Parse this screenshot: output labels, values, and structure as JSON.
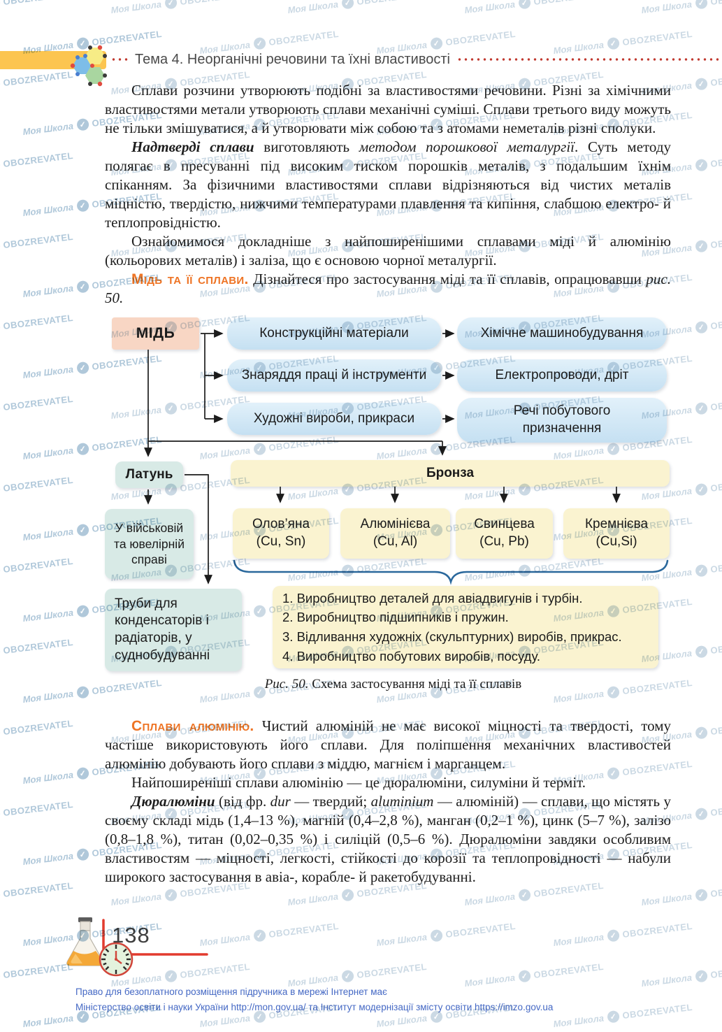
{
  "header": {
    "topic": "Тема 4. Неорганічні речовини та їхні властивості"
  },
  "intro": {
    "p1": "Сплави розчини утворюють подібні за властивостями речовини. Різні за хімічними властивостями метали утворюють сплави механічні суміші. Сплави третього виду можуть не тільки змішуватися, а й утворювати між собою та з атомами неметалів різні сполуки.",
    "p2": {
      "lead": "Надтверді сплави",
      "t1": " виготовляють ",
      "em": "методом порошкової металургії",
      "t2": ". Суть методу полягає в пресуванні під високим тиском порошків металів, з подальшим їхнім спіканням. За фізичними властивостями сплави відрізняються від чистих металів міцністю, твердістю, нижчими температурами плавлення та кипіння, слабшою електро- й теплопровідністю."
    },
    "p3": "Ознайомимося докладніше з найпоширенішими сплавами міді й алюмінію (кольорових металів) і заліза, що є основою чорної металургії.",
    "p4": {
      "heading": "Мідь та її сплави.",
      "t1": " Дізнайтеся про застосування міді та її сплавів, опрацювавши ",
      "em": "рис. 50."
    }
  },
  "figure50": {
    "root": "МІДЬ",
    "apps": [
      {
        "left": "Конструкційні матеріали",
        "right": "Хімічне машинобудування"
      },
      {
        "left": "Знаряддя праці й інструменти",
        "right": "Електропроводи, дріт"
      },
      {
        "left": "Художні вироби, прикраси",
        "right": "Речі побутового призначення"
      }
    ],
    "latun": {
      "label": "Латунь",
      "use1": "У військовій та ювелірній справі",
      "use2": "Труби для конденсаторів і радіаторів, у суднобудуванні"
    },
    "bronza": {
      "label": "Бронза",
      "types": [
        {
          "name": "Олов’яна",
          "formula": "(Cu, Sn)"
        },
        {
          "name": "Алюмінієва",
          "formula": "(Cu, Al)"
        },
        {
          "name": "Свинцева",
          "formula": "(Cu, Pb)"
        },
        {
          "name": "Кремнієва",
          "formula": "(Cu,Si)"
        }
      ],
      "uses": [
        "1. Виробництво деталей для авіадвигунів і турбін.",
        "2. Виробництво підшипників і пружин.",
        "3. Відливання художніх (скульптурних) виробів, прикрас.",
        "4. Виробництво побутових виробів, посуду."
      ]
    },
    "caption": {
      "label": "Рис. 50.",
      "text": "Схема застосування міді та її сплавів"
    }
  },
  "aluminum": {
    "pA": {
      "heading": "Сплави алюмінію.",
      "text": " Чистий алюміній не має високої міцності та твердості, тому частіше використовують його сплави. Для поліпшення механічних властивостей алюмінію добувають його сплави з міддю, магнієм і марганцем."
    },
    "pB": "Найпоширеніші сплави алюмінію — це дюралюміни, силуміни й терміт.",
    "pC": {
      "lead": "Дюралюміни",
      "t1": " (від фр. ",
      "em1": "dur",
      "t2": " — твердий; ",
      "em2": "aluminium",
      "t3": " — алюміній) — сплави, що містять у своєму складі мідь (1,4–13 %), магній (0,4–2,8 %), манган (0,2–1 %), цинк (5–7 %), залізо (0,8–1,8 %), титан (0,02–0,35 %) і силіцій (0,5–6 %). Дюралюміни завдяки особливим властивостям — міцності, легкості, стійкості до корозії та теплопровідності — набули широкого застосування в авіа-, корабле- й ракетобудуванні."
    }
  },
  "pageNumber": "138",
  "footer": {
    "line1": "Право для безоплатного розміщення підручника в мережі Інтернет має",
    "line2": "Міністерство освіти і науки України http://mon.gov.ua/ та Інститут модернізації змісту освіти https://imzo.gov.ua"
  },
  "watermark": {
    "text1": "Моя Школа",
    "text2": "OBOZREVATEL"
  },
  "colors": {
    "accent_orange": "#ee7425",
    "header_dots_red": "#c13a30",
    "band_yellow": "#fcc550",
    "footer_blue": "#4468c4",
    "watermark_blue": "#cbd9e4",
    "brace_blue": "#2a689c"
  }
}
